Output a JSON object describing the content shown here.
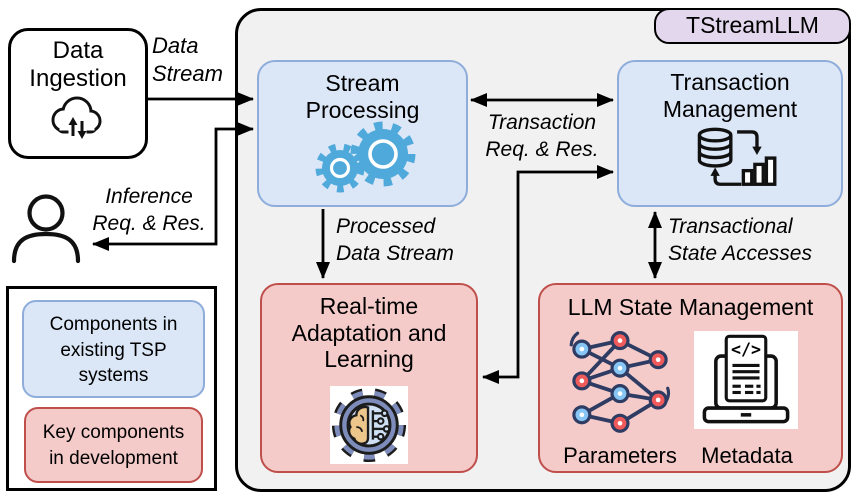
{
  "badge": {
    "label": "TStreamLLM"
  },
  "external": {
    "data_ingestion": {
      "label": "Data\nIngestion",
      "icon": "cloud-updown-icon"
    },
    "user": {
      "icon": "person-icon"
    }
  },
  "nodes": {
    "stream_processing": {
      "label": "Stream\nProcessing",
      "icon": "gears-icon",
      "type": "existing"
    },
    "transaction_management": {
      "label": "Transaction\nManagement",
      "icon": "database-transaction-icon",
      "type": "existing"
    },
    "realtime_adaptation": {
      "label": "Real-time\nAdaptation and\nLearning",
      "icon": "brain-gear-icon",
      "type": "development"
    },
    "llm_state": {
      "label": "LLM State Management",
      "type": "development",
      "parameters_label": "Parameters",
      "metadata_label": "Metadata",
      "icons": [
        "neural-network-icon",
        "laptop-code-icon"
      ]
    }
  },
  "edges": {
    "data_stream": {
      "label": "Data\nStream",
      "from": "data_ingestion",
      "to": "stream_processing",
      "direction": "one-way"
    },
    "inference": {
      "label": "Inference\nReq. & Res.",
      "from": "user",
      "to": "stream_processing",
      "direction": "two-way"
    },
    "transaction": {
      "label": "Transaction\nReq. & Res.",
      "from": "stream_processing",
      "to": "transaction_management",
      "direction": "two-way"
    },
    "adaptation_transaction": {
      "label": "",
      "from": "realtime_adaptation",
      "to": "transaction_management",
      "direction": "two-way"
    },
    "processed": {
      "label": "Processed\nData Stream",
      "from": "stream_processing",
      "to": "realtime_adaptation",
      "direction": "one-way"
    },
    "state_accesses": {
      "label": "Transactional\nState Accesses",
      "from": "transaction_management",
      "to": "llm_state",
      "direction": "two-way"
    }
  },
  "legend": {
    "existing": {
      "label": "Components in\nexisting TSP\nsystems",
      "fill": "#dbe7f7",
      "border": "#8fadda"
    },
    "development": {
      "label": "Key components\nin development",
      "fill": "#f5cbca",
      "border": "#bf4f4b"
    }
  },
  "colors": {
    "container_fill": "#f1f1f2",
    "badge_fill": "#e3d7ed",
    "existing_fill": "#dbe7f7",
    "existing_border": "#8fadda",
    "development_fill": "#f5cbca",
    "development_border": "#bf4f4b",
    "gear_blue": "#4fa9da",
    "neuron_blue": "#86c5f4",
    "neuron_red": "#ef5a5a",
    "neuron_line": "#2e3c63",
    "brain_gear_body": "#7d8cba",
    "brain_fill": "#edc68c",
    "brain_inner": "#cfe0f4"
  }
}
